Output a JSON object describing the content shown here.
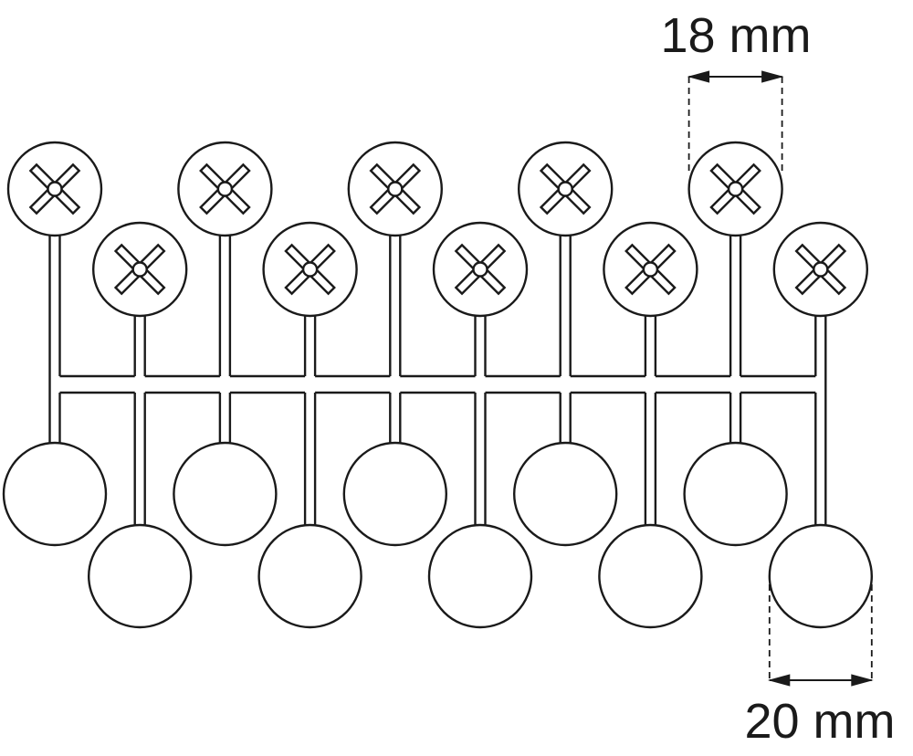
{
  "diagram": {
    "top_dimension": {
      "label": "18 mm"
    },
    "bottom_dimension": {
      "label": "20 mm"
    }
  },
  "colors": {
    "stroke": "#1a1a1a",
    "background": "#ffffff"
  },
  "parts": {
    "cross_knob_count": 10,
    "round_knob_count": 10
  }
}
